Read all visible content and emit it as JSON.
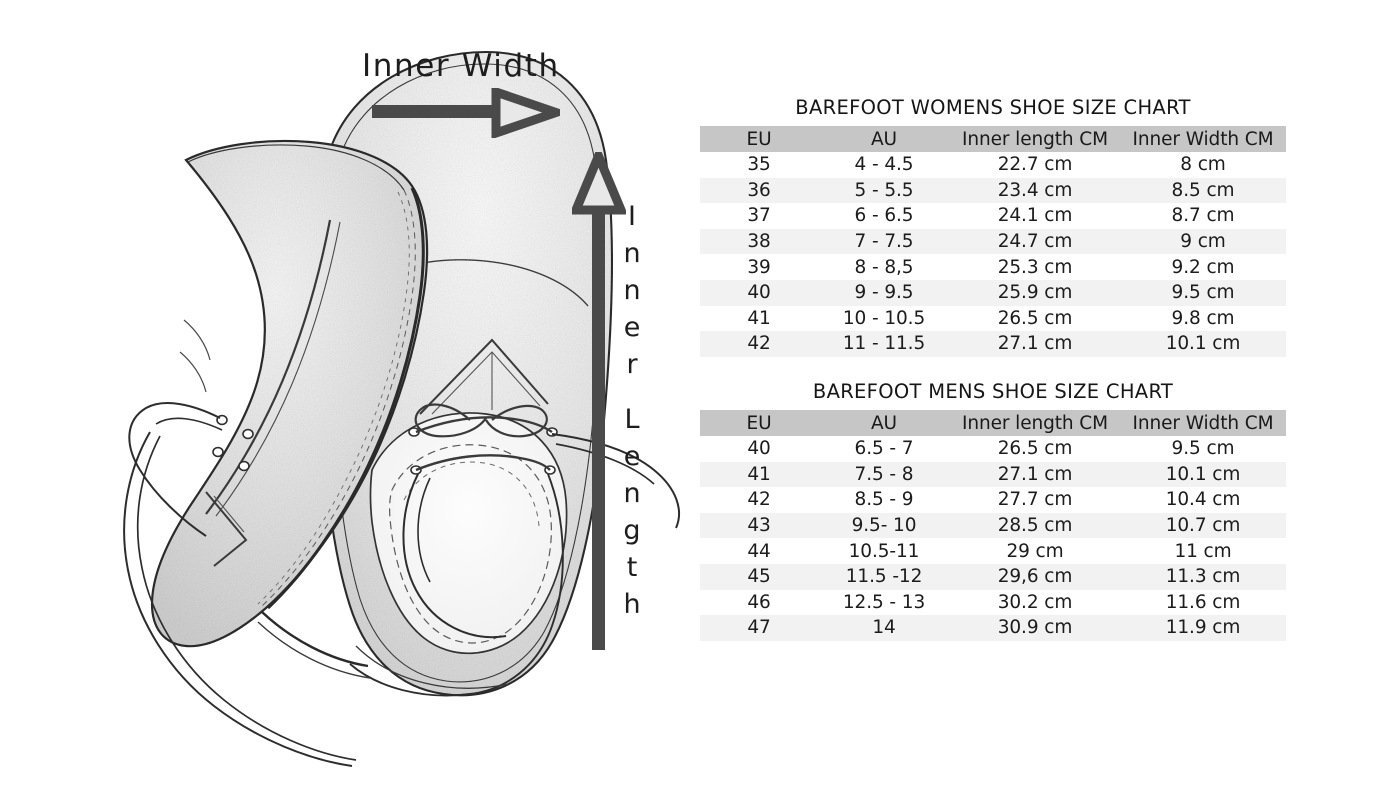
{
  "illustration": {
    "inner_width_label": "Inner Width",
    "inner_length_label": "Inner Length",
    "arrow_outline_color": "#4a4a4a",
    "arrow_fill_color": "#e8e8e8",
    "sketch_line_color": "#2a2a2a"
  },
  "womens_chart": {
    "title": "BAREFOOT WOMENS SHOE SIZE CHART",
    "columns": [
      "EU",
      "AU",
      "Inner length CM",
      "Inner Width CM"
    ],
    "rows": [
      [
        "35",
        "4 - 4.5",
        "22.7 cm",
        "8 cm"
      ],
      [
        "36",
        "5 - 5.5",
        "23.4 cm",
        "8.5 cm"
      ],
      [
        "37",
        "6 - 6.5",
        "24.1 cm",
        "8.7 cm"
      ],
      [
        "38",
        "7 - 7.5",
        "24.7 cm",
        "9 cm"
      ],
      [
        "39",
        "8 - 8,5",
        "25.3 cm",
        "9.2 cm"
      ],
      [
        "40",
        "9 - 9.5",
        "25.9 cm",
        "9.5 cm"
      ],
      [
        "41",
        "10 - 10.5",
        "26.5 cm",
        "9.8 cm"
      ],
      [
        "42",
        "11 - 11.5",
        "27.1 cm",
        "10.1 cm"
      ]
    ]
  },
  "mens_chart": {
    "title": "BAREFOOT MENS SHOE SIZE CHART",
    "columns": [
      "EU",
      "AU",
      "Inner length CM",
      "Inner Width CM"
    ],
    "rows": [
      [
        "40",
        "6.5 - 7",
        "26.5 cm",
        "9.5 cm"
      ],
      [
        "41",
        "7.5 - 8",
        "27.1 cm",
        "10.1 cm"
      ],
      [
        "42",
        "8.5 - 9",
        "27.7 cm",
        "10.4 cm"
      ],
      [
        "43",
        "9.5- 10",
        "28.5 cm",
        "10.7 cm"
      ],
      [
        "44",
        "10.5-11",
        "29 cm",
        "11 cm"
      ],
      [
        "45",
        "11.5 -12",
        "29,6 cm",
        "11.3 cm"
      ],
      [
        "46",
        "12.5 - 13",
        "30.2 cm",
        "11.6 cm"
      ],
      [
        "47",
        "14",
        "30.9 cm",
        "11.9 cm"
      ]
    ]
  },
  "chart_data": {
    "type": "table",
    "title": "Barefoot Shoe Size Charts",
    "tables": [
      {
        "name": "BAREFOOT WOMENS SHOE SIZE CHART",
        "columns": [
          "EU",
          "AU",
          "Inner length CM",
          "Inner Width CM"
        ],
        "rows": [
          [
            "35",
            "4 - 4.5",
            "22.7 cm",
            "8 cm"
          ],
          [
            "36",
            "5 - 5.5",
            "23.4 cm",
            "8.5 cm"
          ],
          [
            "37",
            "6 - 6.5",
            "24.1 cm",
            "8.7 cm"
          ],
          [
            "38",
            "7 - 7.5",
            "24.7 cm",
            "9 cm"
          ],
          [
            "39",
            "8 - 8,5",
            "25.3 cm",
            "9.2 cm"
          ],
          [
            "40",
            "9 - 9.5",
            "25.9 cm",
            "9.5 cm"
          ],
          [
            "41",
            "10 - 10.5",
            "26.5 cm",
            "9.8 cm"
          ],
          [
            "42",
            "11 - 11.5",
            "27.1 cm",
            "10.1 cm"
          ]
        ]
      },
      {
        "name": "BAREFOOT MENS SHOE SIZE CHART",
        "columns": [
          "EU",
          "AU",
          "Inner length CM",
          "Inner Width CM"
        ],
        "rows": [
          [
            "40",
            "6.5 - 7",
            "26.5 cm",
            "9.5 cm"
          ],
          [
            "41",
            "7.5 - 8",
            "27.1 cm",
            "10.1 cm"
          ],
          [
            "42",
            "8.5 - 9",
            "27.7 cm",
            "10.4 cm"
          ],
          [
            "43",
            "9.5- 10",
            "28.5 cm",
            "10.7 cm"
          ],
          [
            "44",
            "10.5-11",
            "29 cm",
            "11 cm"
          ],
          [
            "45",
            "11.5 -12",
            "29,6 cm",
            "11.3 cm"
          ],
          [
            "46",
            "12.5 - 13",
            "30.2 cm",
            "11.6 cm"
          ],
          [
            "47",
            "14",
            "30.9 cm",
            "11.9 cm"
          ]
        ]
      }
    ]
  }
}
